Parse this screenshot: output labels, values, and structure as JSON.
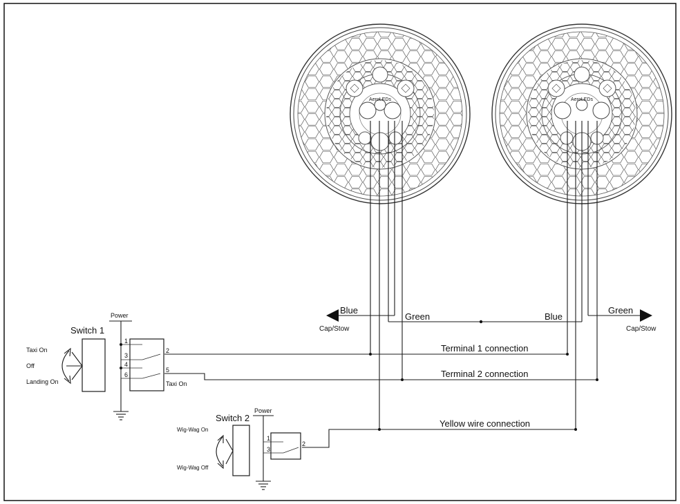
{
  "colors": {
    "line": "#1a1a1a",
    "lamp": "#555555",
    "background": "#ffffff"
  },
  "icons": [
    "arrow-left-icon",
    "arrow-right-icon",
    "ground-icon",
    "junction-dot-icon",
    "toggle-lever-icon"
  ],
  "lamp_left": {
    "brand": "AeroLEDs"
  },
  "lamp_right": {
    "brand": "AeroLEDs"
  },
  "wires": {
    "blue_left": "Blue",
    "green_left": "Green",
    "blue_right": "Blue",
    "green_right": "Green",
    "cap_stow_left": "Cap/Stow",
    "cap_stow_right": "Cap/Stow"
  },
  "connections": {
    "terminal1": "Terminal 1 connection",
    "terminal2": "Terminal 2 connection",
    "yellow": "Yellow wire connection"
  },
  "switch1": {
    "title": "Switch 1",
    "power": "Power",
    "taxi_on": "Taxi On",
    "off": "Off",
    "landing_on": "Landing On",
    "taxi_on_out": "Taxi On",
    "pins": [
      "1",
      "2",
      "3",
      "4",
      "5",
      "6"
    ]
  },
  "switch2": {
    "title": "Switch 2",
    "power": "Power",
    "wigwag_on": "Wig-Wag On",
    "wigwag_off": "Wig-Wag Off",
    "pins": [
      "1",
      "2",
      "3"
    ]
  }
}
